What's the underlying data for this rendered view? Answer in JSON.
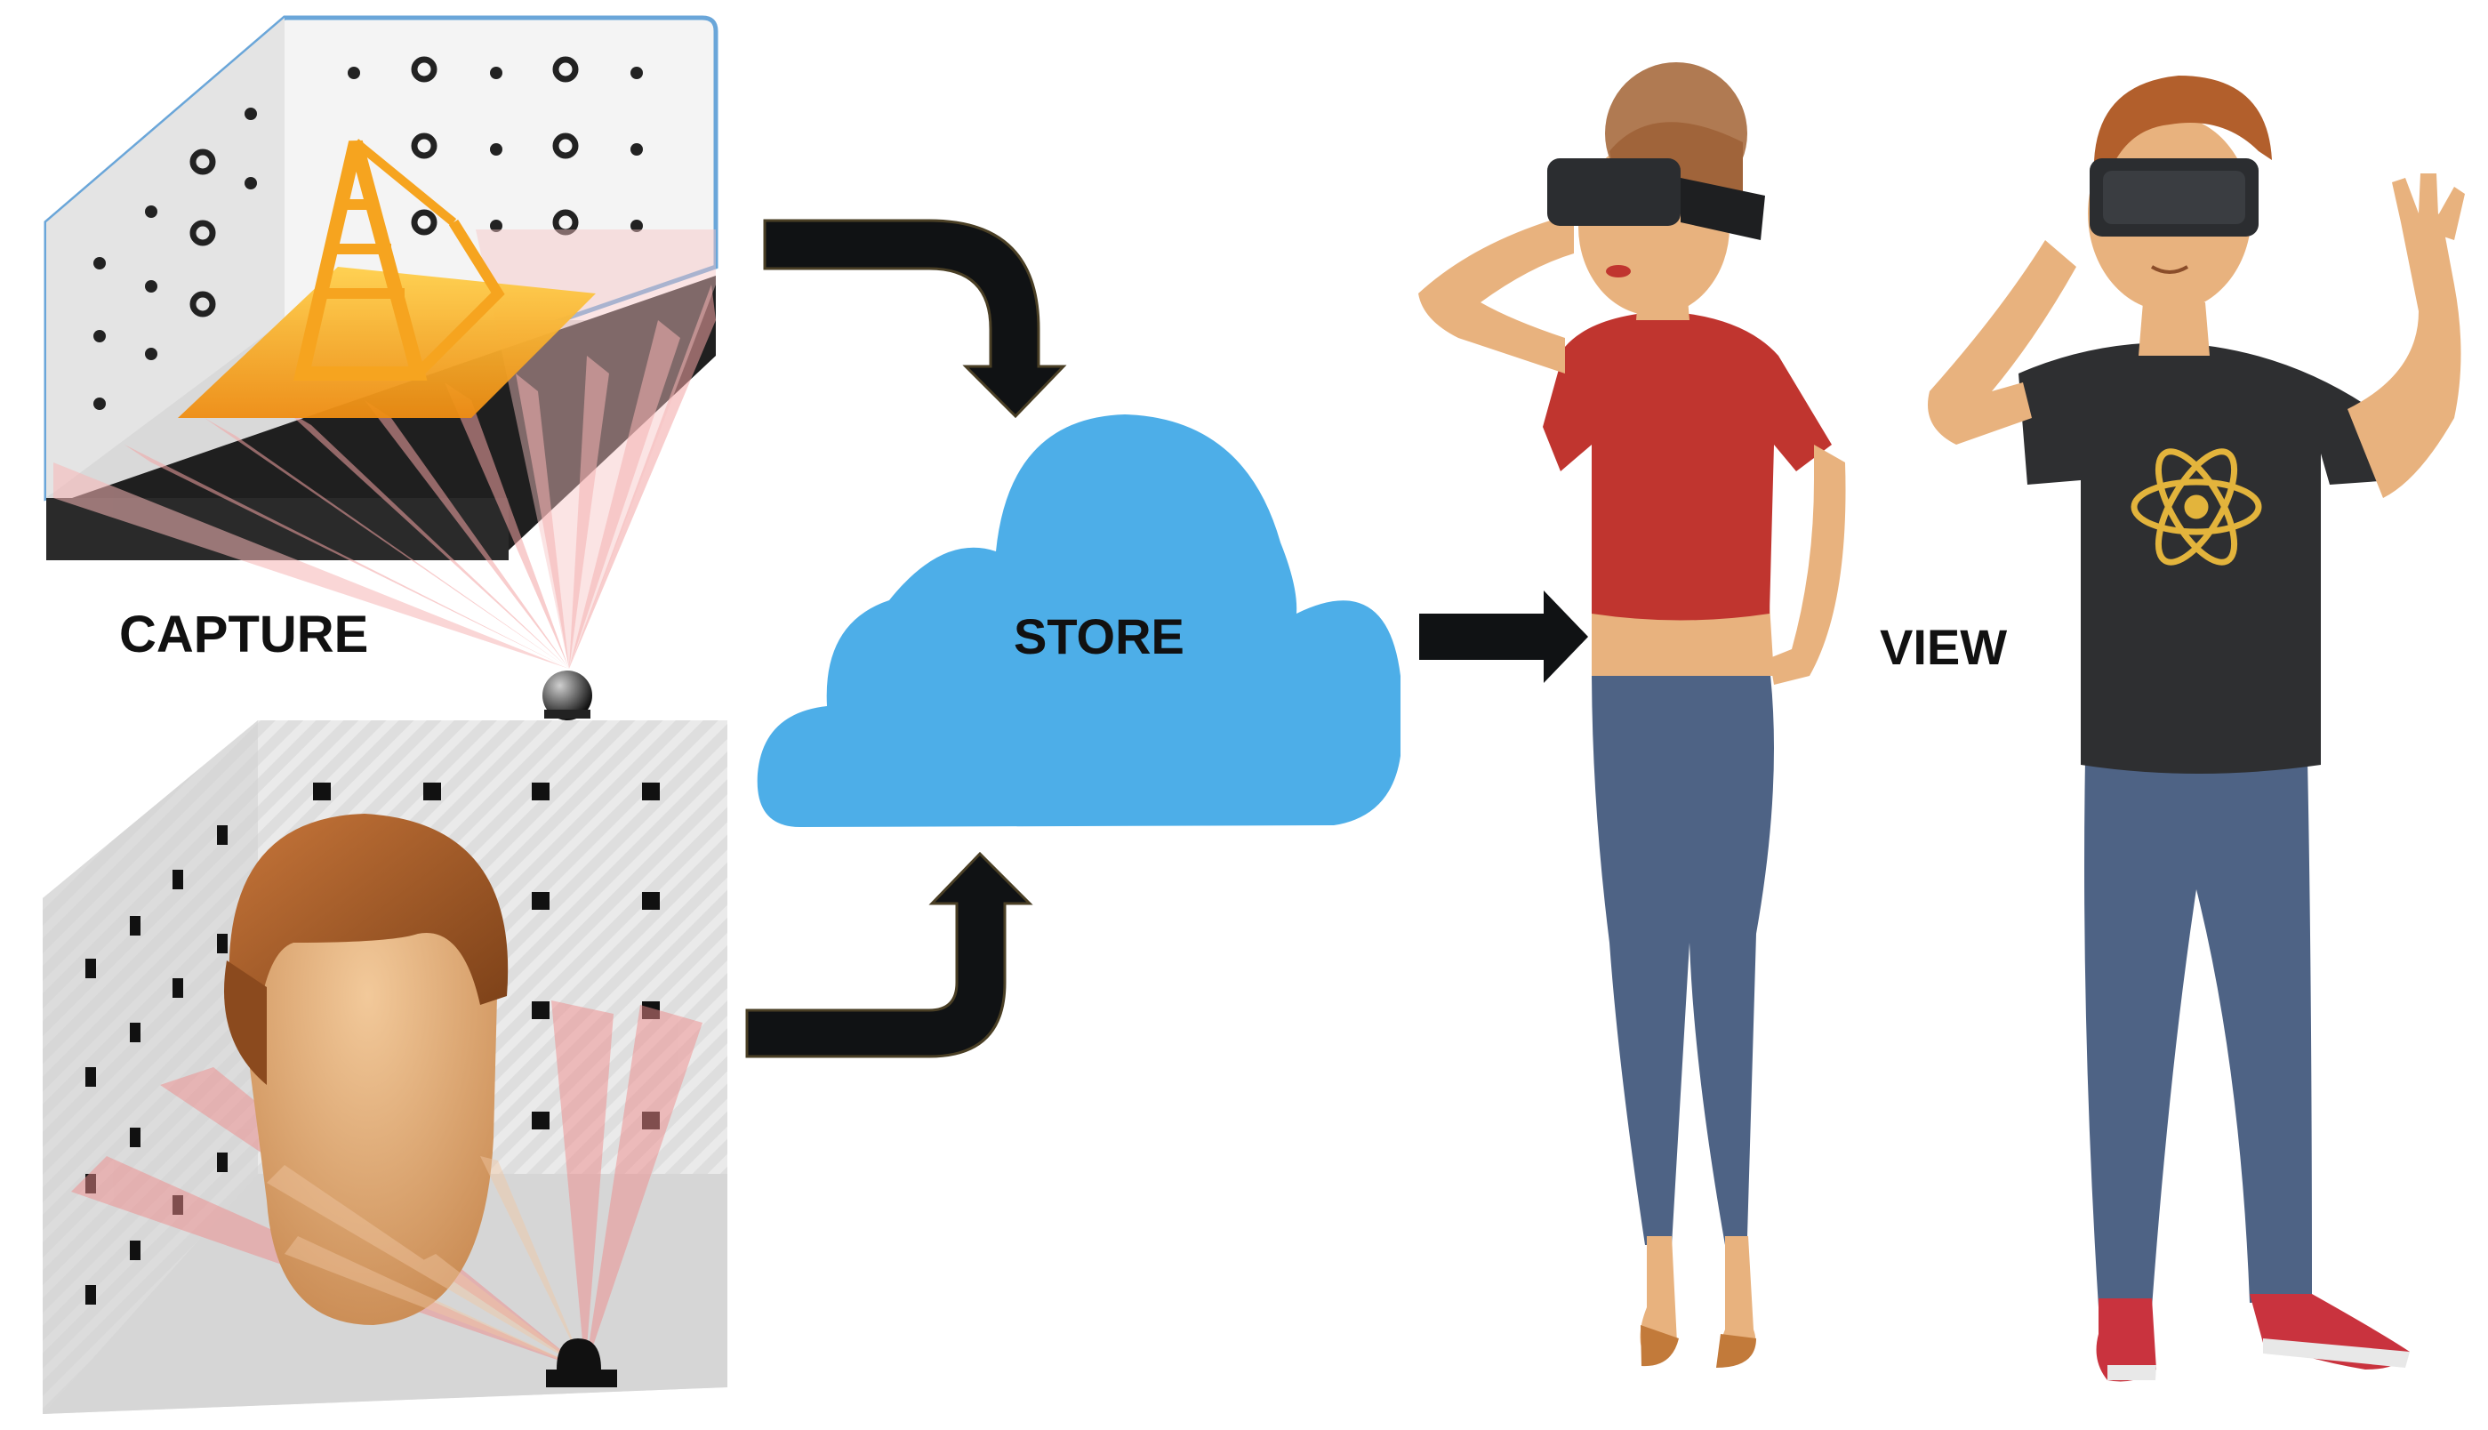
{
  "labels": {
    "capture": "CAPTURE",
    "store": "STORE",
    "view": "VIEW"
  },
  "colors": {
    "cloud": "#4daee8",
    "arrow": "#101214",
    "arrow_edge": "#4a3f25",
    "scan_beam": "#f4a5a5",
    "model_orange": "#f2a21c",
    "woman_shirt": "#c0352f",
    "man_shirt": "#2e2f31",
    "jeans": "#4e6385",
    "skin": "#e8b27e",
    "headset": "#2b2d30",
    "hair_brown": "#a0643a",
    "atom_logo": "#e3b43c",
    "sneaker_red": "#c9333e",
    "calibration_wall": "#e6e6e6"
  },
  "icons": [
    "3d-scanner-object-icon",
    "3d-scanner-head-icon",
    "cloud-icon",
    "arrow-icon",
    "vr-user-woman-icon",
    "vr-user-man-icon"
  ]
}
